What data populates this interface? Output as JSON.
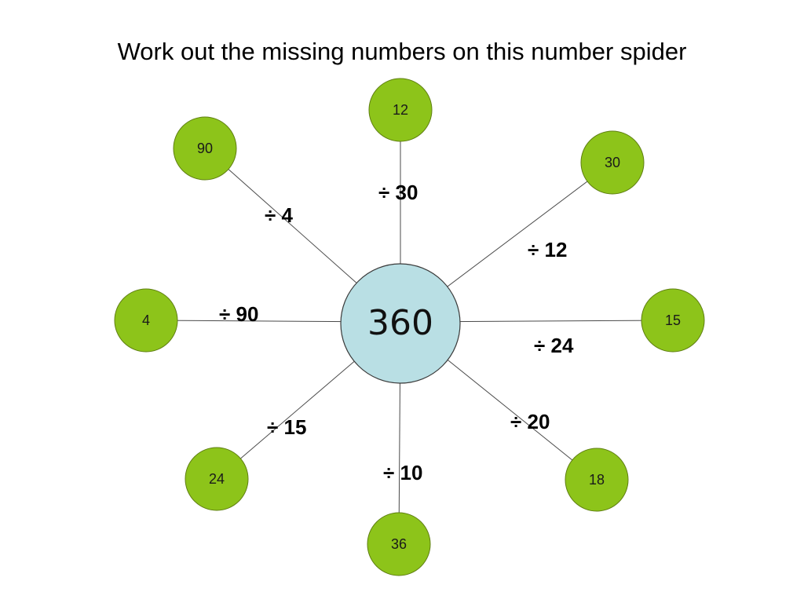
{
  "title": "Work out the missing numbers on this number spider",
  "colors": {
    "center_fill": "#b9dfe4",
    "leaf_fill": "#8dc41a",
    "spoke": "#4a4a4a"
  },
  "center": {
    "value": "360"
  },
  "legs": [
    {
      "id": "top",
      "result": "12",
      "operation": "÷ 30"
    },
    {
      "id": "top-right",
      "result": "30",
      "operation": "÷ 12"
    },
    {
      "id": "right",
      "result": "15",
      "operation": "÷ 24"
    },
    {
      "id": "bottom-right",
      "result": "18",
      "operation": "÷ 20"
    },
    {
      "id": "bottom",
      "result": "36",
      "operation": "÷ 10"
    },
    {
      "id": "bottom-left",
      "result": "24",
      "operation": "÷ 15"
    },
    {
      "id": "left",
      "result": "4",
      "operation": "÷ 90"
    },
    {
      "id": "top-left",
      "result": "90",
      "operation": "÷ 4"
    }
  ]
}
